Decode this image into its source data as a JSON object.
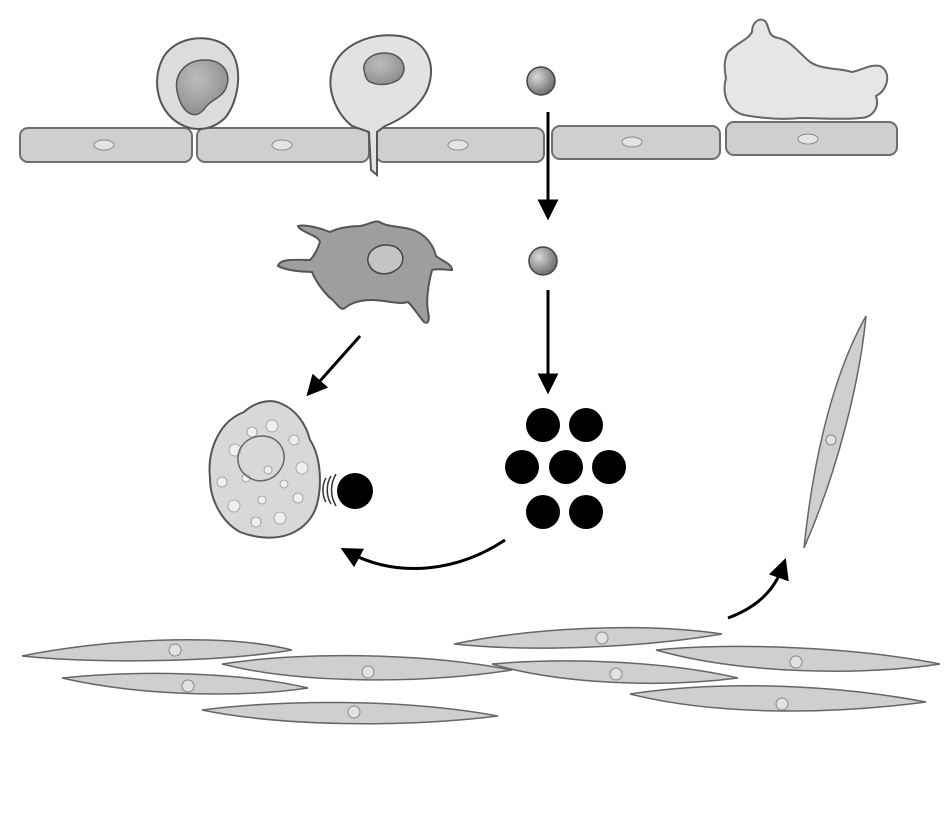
{
  "diagram": {
    "labels": [],
    "colors": {
      "background": "#ffffff",
      "cell_fill": "#c8c8c8",
      "cell_stroke": "#6e6e6e",
      "nucleus_fill": "#a0a0a0",
      "dark_cell": "#000000",
      "arrow": "#000000",
      "small_ball": "#8a8a8a"
    },
    "elements": [
      "endothelial-layer",
      "monocyte-adhering",
      "monocyte-transmigrating",
      "circulating-cell",
      "activated-platelet",
      "dendritic-cell",
      "foam-cell",
      "lymphocyte-cluster",
      "smooth-muscle-layer",
      "migrating-smooth-muscle-cell"
    ]
  }
}
